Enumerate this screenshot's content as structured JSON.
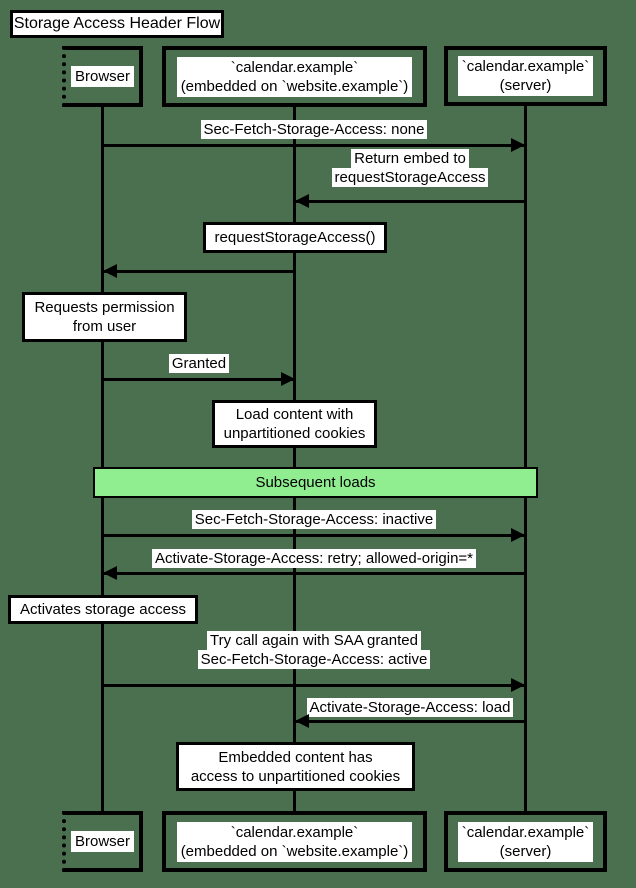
{
  "colors": {
    "background": "#4a7050",
    "divider_fill": "#90ee90",
    "line": "#000000",
    "label_background": "#ffffff",
    "text": "#000000"
  },
  "diagram": {
    "title": "Storage Access Header Flow",
    "participants": {
      "browser": {
        "label": "Browser"
      },
      "embedded": {
        "line1": "`calendar.example`",
        "line2": "(embedded on `website.example`)"
      },
      "server": {
        "line1": "`calendar.example`",
        "line2": "(server)"
      }
    },
    "messages": {
      "sec_fetch_none": {
        "text": "Sec-Fetch-Storage-Access: none",
        "from": "browser",
        "to": "server",
        "direction": "right"
      },
      "return_embed": {
        "line1": "Return embed to",
        "line2": "requestStorageAccess",
        "from": "server",
        "to": "embedded",
        "direction": "left"
      },
      "request_storage_access": {
        "text": "requestStorageAccess()",
        "from": "embedded",
        "to": "browser",
        "direction": "left",
        "boxed": true
      },
      "granted": {
        "text": "Granted",
        "from": "browser",
        "to": "embedded",
        "direction": "right"
      },
      "sec_fetch_inactive": {
        "text": "Sec-Fetch-Storage-Access: inactive",
        "from": "browser",
        "to": "server",
        "direction": "right"
      },
      "activate_retry": {
        "text": "Activate-Storage-Access: retry; allowed-origin=*",
        "from": "server",
        "to": "browser",
        "direction": "left"
      },
      "try_again": {
        "line1": "Try call again with SAA granted",
        "line2": "Sec-Fetch-Storage-Access: active",
        "from": "browser",
        "to": "server",
        "direction": "right"
      },
      "activate_load": {
        "text": "Activate-Storage-Access: load",
        "from": "server",
        "to": "embedded",
        "direction": "left"
      }
    },
    "notes": {
      "requests_permission": {
        "line1": "Requests permission",
        "line2": "from user"
      },
      "load_content": {
        "line1": "Load content with",
        "line2": "unpartitioned cookies"
      },
      "activates": {
        "text": "Activates storage access"
      },
      "embedded_access": {
        "line1": "Embedded content has",
        "line2": "access to unpartitioned cookies"
      }
    },
    "divider": {
      "label": "Subsequent loads"
    }
  }
}
